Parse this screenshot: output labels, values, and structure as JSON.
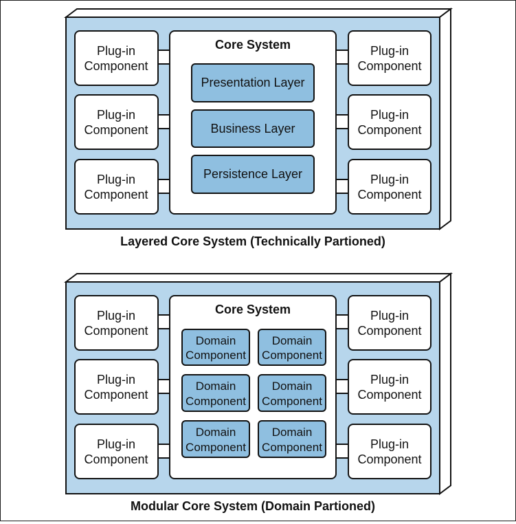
{
  "colors": {
    "panel_fill": "#b7d6ec",
    "box_fill": "#ffffff",
    "layer_fill": "#8fbfe0",
    "outline": "#111111"
  },
  "layered": {
    "core_title": "Core System",
    "plugin_line1": "Plug-in",
    "plugin_line2": "Component",
    "layers": [
      "Presentation Layer",
      "Business Layer",
      "Persistence Layer"
    ],
    "caption": "Layered Core System (Technically Partioned)"
  },
  "modular": {
    "core_title": "Core System",
    "plugin_line1": "Plug-in",
    "plugin_line2": "Component",
    "domain_line1": "Domain",
    "domain_line2": "Component",
    "caption": "Modular Core System (Domain Partioned)"
  }
}
